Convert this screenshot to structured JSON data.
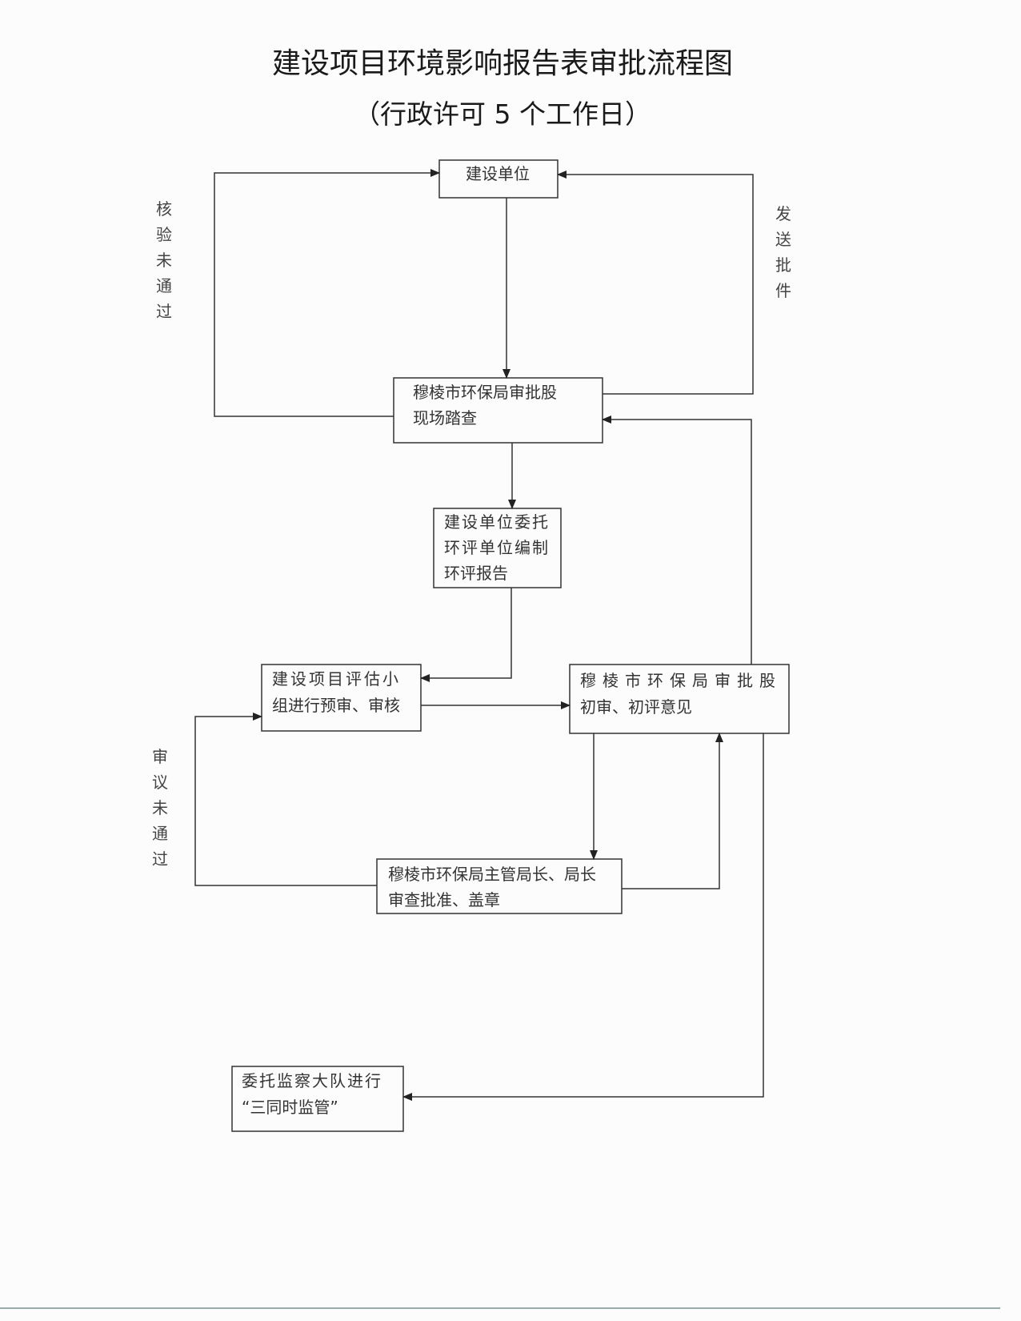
{
  "title": "建设项目环境影响报告表审批流程图",
  "subtitle": "（行政许可 5 个工作日）",
  "boxes": {
    "builder": [
      "建设单位"
    ],
    "site_check": [
      "穆棱市环保局审批股",
      "现场踏查"
    ],
    "eia_prep": [
      "建设单位委托",
      "环评单位编制",
      "环评报告"
    ],
    "pre_review": [
      "建设项目评估小",
      "组进行预审、审核"
    ],
    "initial_review": [
      "穆棱市环保局审批股",
      "初审、初评意见"
    ],
    "director_approval": [
      "穆棱市环保局主管局长、局长",
      "审查批准、盖章"
    ],
    "supervision": [
      "委托监察大队进行",
      "“三同时监管”"
    ]
  },
  "edge_labels": {
    "verify_failed": [
      "核",
      "验",
      "未",
      "通",
      "过"
    ],
    "send_approval": [
      "发",
      "送",
      "批",
      "件"
    ],
    "review_failed": [
      "审",
      "议",
      "未",
      "通",
      "过"
    ]
  }
}
